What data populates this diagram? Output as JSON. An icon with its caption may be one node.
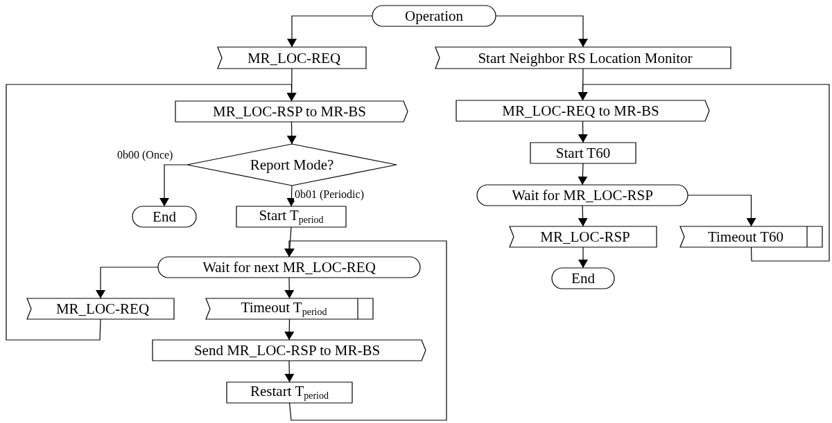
{
  "diagram": {
    "nodes": [
      {
        "text": [
          "Operation"
        ]
      },
      {
        "text": [
          "MR_LOC-REQ"
        ]
      },
      {
        "text": [
          "Start Neighbor RS Location Monitor"
        ]
      },
      {
        "text": [
          "MR_LOC-RSP to MR-BS"
        ]
      },
      {
        "text": [
          "Report Mode?"
        ]
      },
      {
        "text": [
          "End"
        ]
      },
      {
        "text": [
          "Start T$_{period}$"
        ]
      },
      {
        "text": [
          "MR_LOC-REQ to MR-BS"
        ]
      },
      {
        "text": [
          "Start T60"
        ]
      },
      {
        "text": [
          "Wait for MR_LOC-RSP"
        ]
      },
      {
        "text": [
          "Wait for next MR_LOC-REQ"
        ]
      },
      {
        "text": [
          "MR_LOC-RSP"
        ]
      },
      {
        "text": [
          "Timeout T60"
        ]
      },
      {
        "text": [
          "End"
        ]
      },
      {
        "text": [
          "MR_LOC-REQ"
        ]
      },
      {
        "text": [
          "Timeout T$_{period}$"
        ]
      },
      {
        "text": [
          "Send MR_LOC-RSP to MR-BS"
        ]
      },
      {
        "text": [
          "Restart T$_{period}$"
        ]
      }
    ],
    "edges": [
      {
        "from": 0,
        "to": 1,
        "arrow": "to"
      },
      {
        "from": 0,
        "to": 2,
        "arrow": "to"
      },
      {
        "from": 1,
        "to": 3,
        "arrow": "to"
      },
      {
        "from": 14,
        "to": 3,
        "arrow": "to"
      },
      {
        "from": 3,
        "to": 4,
        "arrow": "to"
      },
      {
        "from": 4,
        "to": 5,
        "arrow": "to",
        "label": "0b00 (Once)"
      },
      {
        "from": 4,
        "to": 6,
        "arrow": "to",
        "label": "0b01 (Periodic)"
      },
      {
        "from": 6,
        "to": 10,
        "arrow": "to"
      },
      {
        "from": 10,
        "to": 14,
        "arrow": "to"
      },
      {
        "from": 10,
        "to": 15,
        "arrow": "to"
      },
      {
        "from": 15,
        "to": 16,
        "arrow": "to"
      },
      {
        "from": 16,
        "to": 17,
        "arrow": "to"
      },
      {
        "from": 17,
        "to": 10,
        "arrow": "to"
      },
      {
        "from": 2,
        "to": 7,
        "arrow": "to"
      },
      {
        "from": 7,
        "to": 8,
        "arrow": "to"
      },
      {
        "from": 8,
        "to": 9,
        "arrow": "to"
      },
      {
        "from": 9,
        "to": 11,
        "arrow": "to"
      },
      {
        "from": 9,
        "to": 12,
        "arrow": "to"
      },
      {
        "from": 11,
        "to": 13,
        "arrow": "to"
      },
      {
        "from": 12,
        "to": 7,
        "arrow": "to"
      }
    ]
  }
}
